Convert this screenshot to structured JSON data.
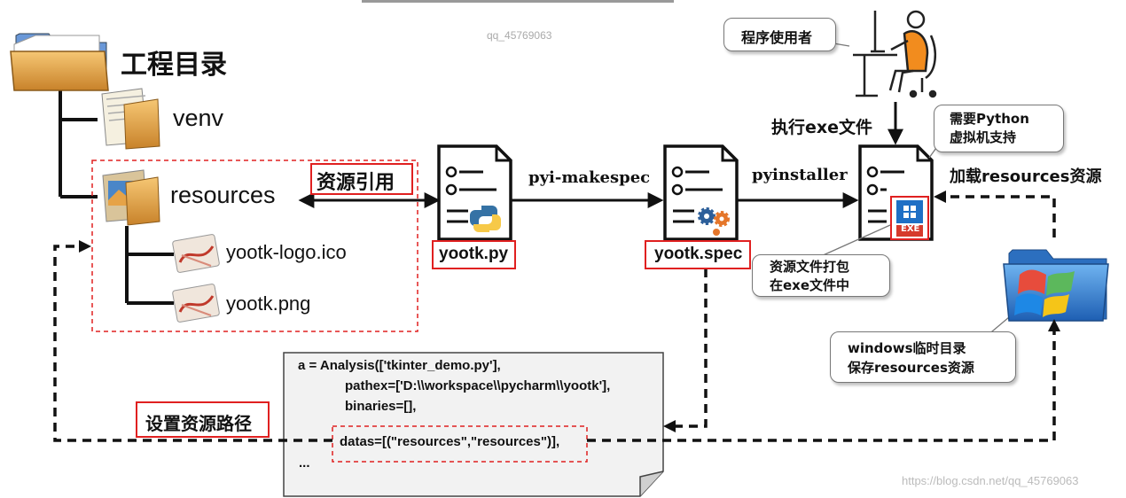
{
  "watermark_top": "qq_45769063",
  "watermark_bottom": "https://blog.csdn.net/qq_45769063",
  "tree": {
    "root_label": "工程目录",
    "venv_label": "venv",
    "resources_label": "resources",
    "file1_label": "yootk-logo.ico",
    "file2_label": "yootk.png"
  },
  "labels": {
    "resource_ref": "资源引用",
    "set_path": "设置资源路径",
    "yootk_py": "yootk.py",
    "yootk_spec": "yootk.spec",
    "pyi_makespec": "pyi-makespec",
    "pyinstaller": "pyinstaller",
    "exe_badge": "EXE",
    "run_exe": "执行exe文件",
    "load_resources": "加载resources资源"
  },
  "callouts": {
    "user": "程序使用者",
    "python_vm_line1": "需要Python",
    "python_vm_line2": "虚拟机支持",
    "pack_line1": "资源文件打包",
    "pack_line2": "在exe文件中",
    "tempdir_line1": "windows临时目录",
    "tempdir_line2": "保存resources资源"
  },
  "code": {
    "line1": "a = Analysis(['tkinter_demo.py'],",
    "line2": "pathex=['D:\\\\workspace\\\\pycharm\\\\yootk'],",
    "line3": "binaries=[],",
    "line4": "datas=[(\"resources\",\"resources\")],",
    "line5": "..."
  },
  "colors": {
    "accent_red": "#e02020",
    "folder_orange": "#e8a33c",
    "python_blue": "#3572a5",
    "python_yellow": "#f7c948",
    "gear_orange": "#e5762a",
    "gear_blue": "#2d5f9a",
    "win_blue": "#1f6fc5"
  },
  "icons": [
    "folder-icon",
    "document-icon",
    "image-file-icon",
    "python-file-icon",
    "spec-file-icon",
    "exe-file-icon",
    "person-at-desk-icon",
    "windows-folder-icon"
  ]
}
